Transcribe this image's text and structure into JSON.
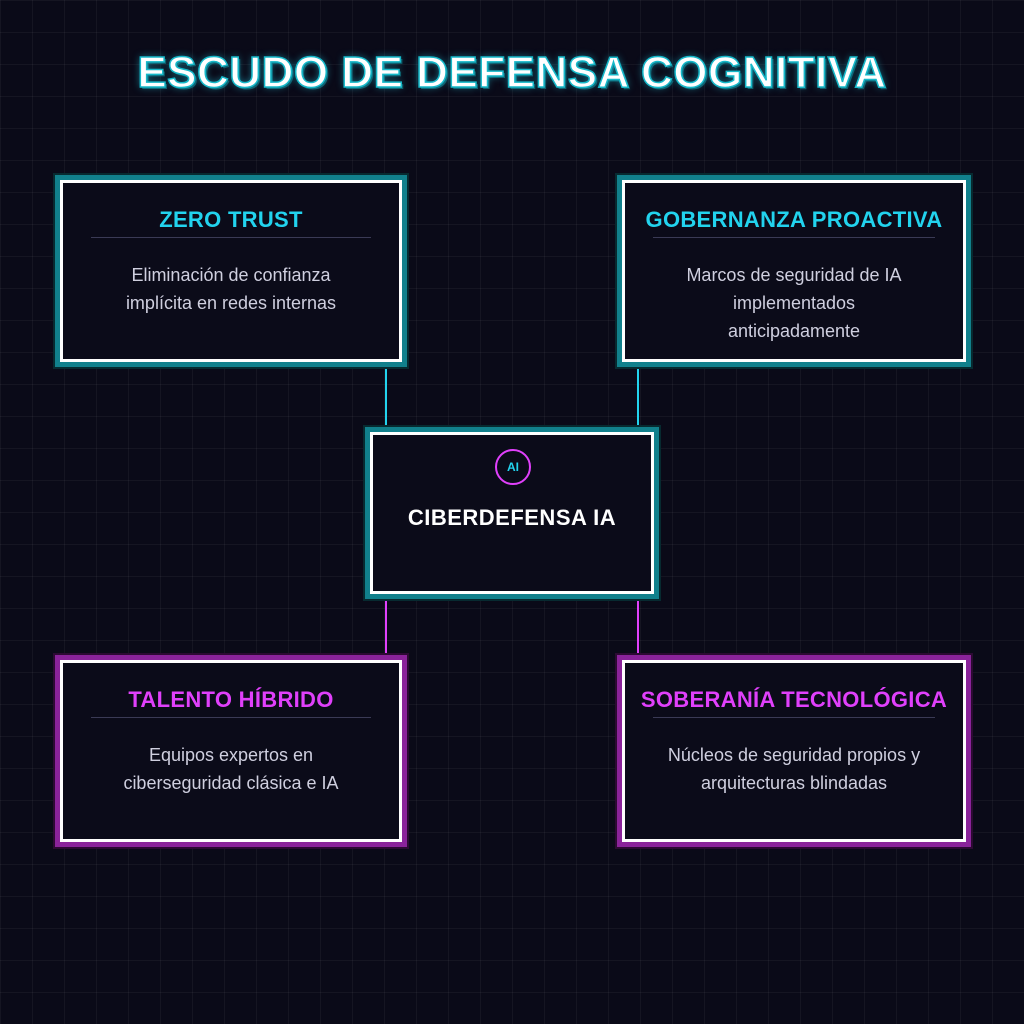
{
  "title": "ESCUDO DE DEFENSA COGNITIVA",
  "colors": {
    "background": "#0a0a18",
    "cyan": "#22d3ee",
    "magenta": "#e040fb",
    "text": "#cfcfdf",
    "border": "#ffffff"
  },
  "center": {
    "badge": "AI",
    "title": "CIBERDEFENSA IA"
  },
  "nodes": [
    {
      "title": "ZERO TRUST",
      "description": "Eliminación de confianza implícita en redes internas",
      "color": "cyan"
    },
    {
      "title": "GOBERNANZA PROACTIVA",
      "description": "Marcos de seguridad de IA implementados anticipadamente",
      "color": "cyan"
    },
    {
      "title": "TALENTO HÍBRIDO",
      "description": "Equipos expertos en ciberseguridad clásica e IA",
      "color": "magenta"
    },
    {
      "title": "SOBERANÍA TECNOLÓGICA",
      "description": "Núcleos de seguridad propios y arquitecturas blindadas",
      "color": "magenta"
    }
  ]
}
